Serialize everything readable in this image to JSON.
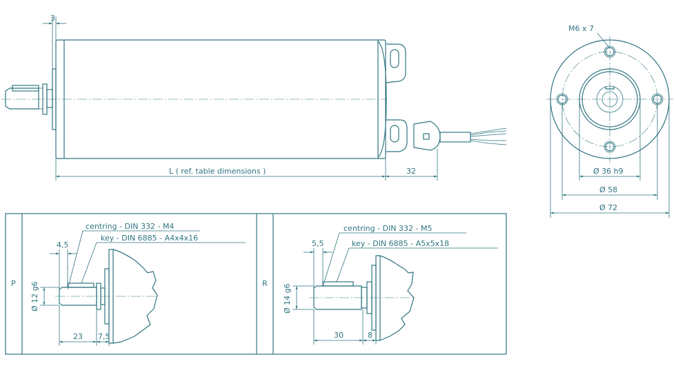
{
  "colors": {
    "line": "#2f7480",
    "background": "#ffffff"
  },
  "main_view": {
    "dim_flange": "3",
    "dim_length": "L ( ref. table dimensions )",
    "dim_tail": "32"
  },
  "end_view": {
    "thread": "M6 x 7",
    "dia_inner": "Ø 36 h9",
    "dia_bolt": "Ø 58",
    "dia_outer": "Ø 72"
  },
  "detail_p": {
    "label": "P",
    "centring": "centring - DIN 332 - M4",
    "key": "key - DIN 6885 - A4x4x16",
    "dim_small": "4,5",
    "dia": "Ø 12 g6",
    "dim_len": "23",
    "dim_collar": "7,5"
  },
  "detail_r": {
    "label": "R",
    "centring": "centring - DIN 332 - M5",
    "key": "key - DIN 6885 - A5x5x18",
    "dim_small": "5,5",
    "dia": "Ø 14 g6",
    "dim_len": "30",
    "dim_collar": "8"
  }
}
